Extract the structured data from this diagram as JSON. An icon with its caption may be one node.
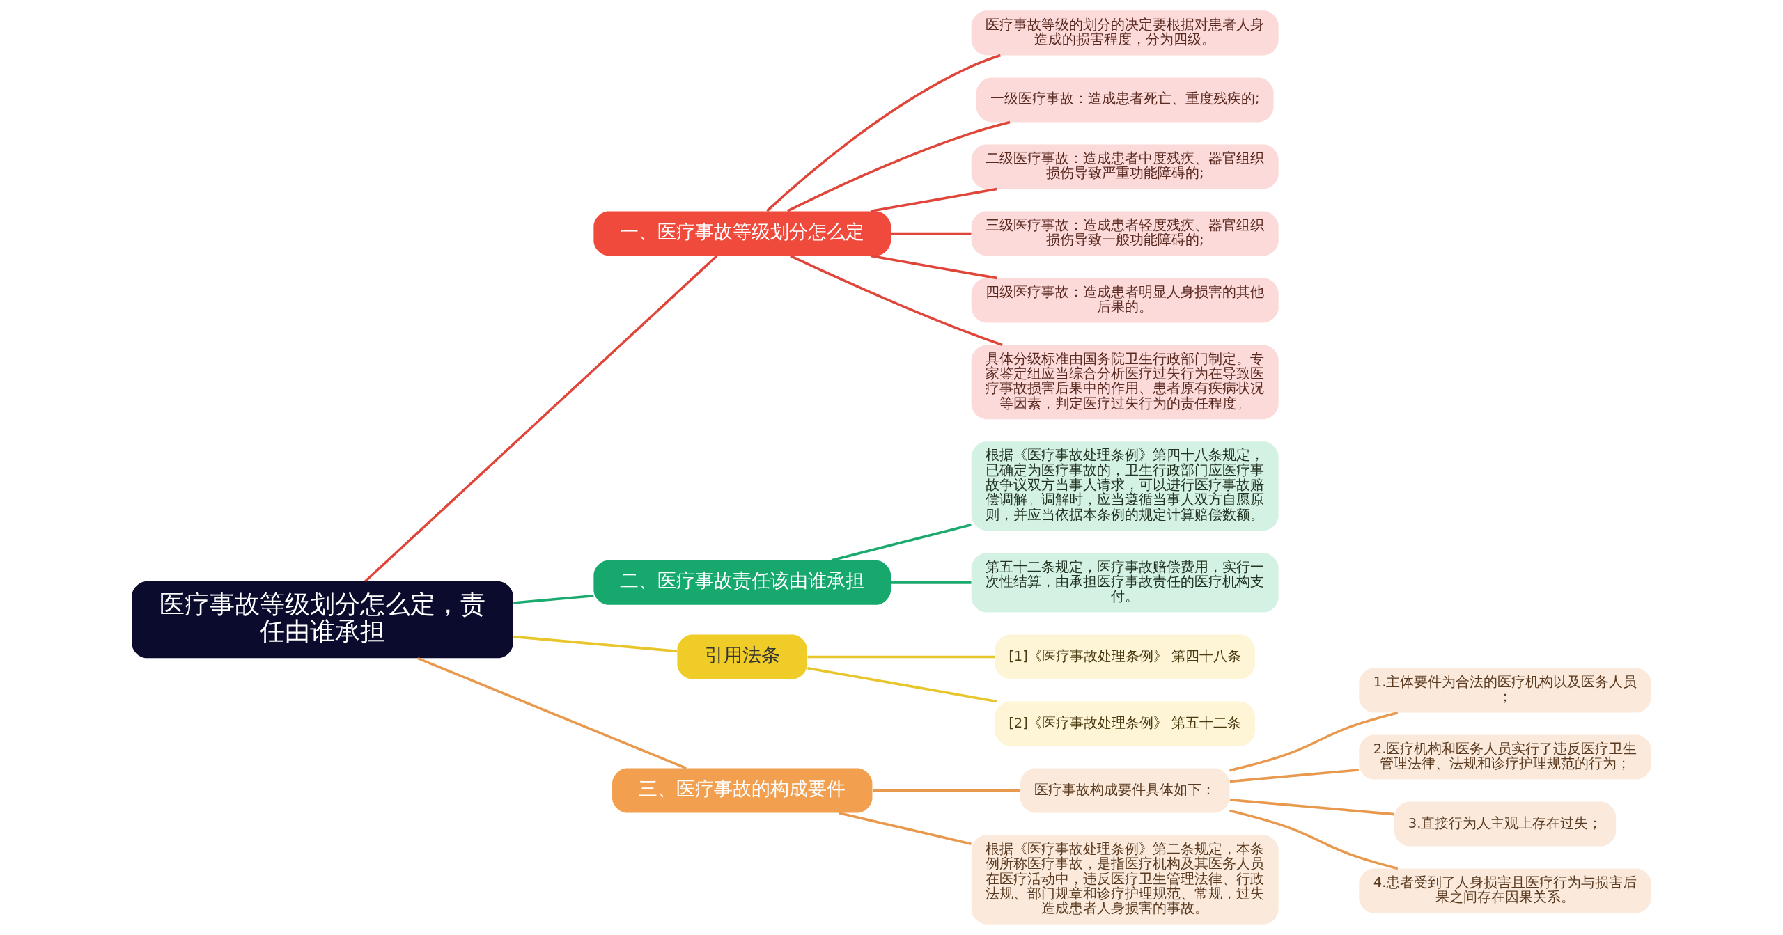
{
  "diagram": {
    "nodes": [
      {
        "text": [
          "医疗事故等级划分怎么定，责任由谁承担"
        ]
      },
      {
        "text": [
          "一、医疗事故等级划分怎么定"
        ]
      },
      {
        "text": [
          "医疗事故等级的划分的决定要根据对患者人身造成的损害程度，分为四级。"
        ]
      },
      {
        "text": [
          "一级医疗事故：造成患者死亡、重度残疾的;"
        ]
      },
      {
        "text": [
          "二级医疗事故：造成患者中度残疾、器官组织损伤导致严重功能障碍的;"
        ]
      },
      {
        "text": [
          "三级医疗事故：造成患者轻度残疾、器官组织损伤导致一般功能障碍的;"
        ]
      },
      {
        "text": [
          "四级医疗事故：造成患者明显人身损害的其他后果的。"
        ]
      },
      {
        "text": [
          "具体分级标准由国务院卫生行政部门制定。专家鉴定组应当综合分析医疗过失行为在导致医疗事故损害后果中的作用、患者原有疾病状况等因素，判定医疗过失行为的责任程度。"
        ]
      },
      {
        "text": [
          "二、医疗事故责任该由谁承担"
        ]
      },
      {
        "text": [
          "根据《医疗事故处理条例》第四十八条规定，已确定为医疗事故的，卫生行政部门应医疗事故争议双方当事人请求，可以进行医疗事故赔偿调解。调解时，应当遵循当事人双方自愿原则，并应当依据本条例的规定计算赔偿数额。"
        ]
      },
      {
        "text": [
          "第五十二条规定，医疗事故赔偿费用，实行一次性结算，由承担医疗事故责任的医疗机构支付。"
        ]
      },
      {
        "text": [
          "引用法条"
        ]
      },
      {
        "text": [
          "[1]《医疗事故处理条例》 第四十八条"
        ]
      },
      {
        "text": [
          "[2]《医疗事故处理条例》 第五十二条"
        ]
      },
      {
        "text": [
          "三、医疗事故的构成要件"
        ]
      },
      {
        "text": [
          "医疗事故构成要件具体如下："
        ]
      },
      {
        "text": [
          "1.主体要件为合法的医疗机构以及医务人员；"
        ]
      },
      {
        "text": [
          "2.医疗机构和医务人员实行了违反医疗卫生管理法律、法规和诊疗护理规范的行为；"
        ]
      },
      {
        "text": [
          "3.直接行为人主观上存在过失；"
        ]
      },
      {
        "text": [
          "4.患者受到了人身损害且医疗行为与损害后果之间存在因果关系。"
        ]
      },
      {
        "text": [
          "根据《医疗事故处理条例》第二条规定，本条例所称医疗事故，是指医疗机构及其医务人员在医疗活动中，违反医疗卫生管理法律、行政法规、部门规章和诊疗护理规范、常规，过失造成患者人身损害的事故。"
        ]
      }
    ],
    "edges": [
      {
        "from": 0,
        "to": 1,
        "arrow": "none",
        "color": "#e0453a"
      },
      {
        "from": 1,
        "to": 2,
        "arrow": "none",
        "color": "#e0453a"
      },
      {
        "from": 1,
        "to": 3,
        "arrow": "none",
        "color": "#e0453a"
      },
      {
        "from": 1,
        "to": 4,
        "arrow": "none",
        "color": "#e0453a"
      },
      {
        "from": 1,
        "to": 5,
        "arrow": "none",
        "color": "#e0453a"
      },
      {
        "from": 1,
        "to": 6,
        "arrow": "none",
        "color": "#e0453a"
      },
      {
        "from": 1,
        "to": 7,
        "arrow": "none",
        "color": "#e0453a"
      },
      {
        "from": 0,
        "to": 8,
        "arrow": "none",
        "color": "#1aaa6e"
      },
      {
        "from": 8,
        "to": 9,
        "arrow": "none",
        "color": "#1aaa6e"
      },
      {
        "from": 8,
        "to": 10,
        "arrow": "none",
        "color": "#1aaa6e"
      },
      {
        "from": 0,
        "to": 11,
        "arrow": "none",
        "color": "#e8c52a"
      },
      {
        "from": 11,
        "to": 12,
        "arrow": "none",
        "color": "#e8c52a"
      },
      {
        "from": 11,
        "to": 13,
        "arrow": "none",
        "color": "#e8c52a"
      },
      {
        "from": 0,
        "to": 14,
        "arrow": "none",
        "color": "#e8994d"
      },
      {
        "from": 14,
        "to": 15,
        "arrow": "none",
        "color": "#e8994d"
      },
      {
        "from": 15,
        "to": 16,
        "arrow": "none",
        "color": "#e8994d"
      },
      {
        "from": 15,
        "to": 17,
        "arrow": "none",
        "color": "#e8994d"
      },
      {
        "from": 15,
        "to": 18,
        "arrow": "none",
        "color": "#e8994d"
      },
      {
        "from": 15,
        "to": 19,
        "arrow": "none",
        "color": "#e8994d"
      },
      {
        "from": 14,
        "to": 20,
        "arrow": "none",
        "color": "#e8994d"
      }
    ]
  }
}
